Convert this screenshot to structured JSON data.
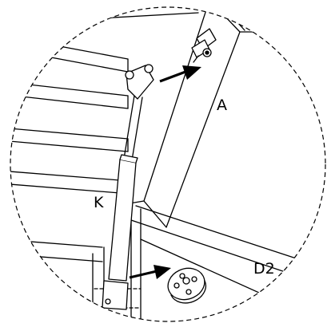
{
  "labels": {
    "a": "A",
    "k": "K",
    "d2": "D2"
  },
  "colors": {
    "ink": "#000000",
    "paper": "#ffffff",
    "shade": "#e9e9e9"
  }
}
